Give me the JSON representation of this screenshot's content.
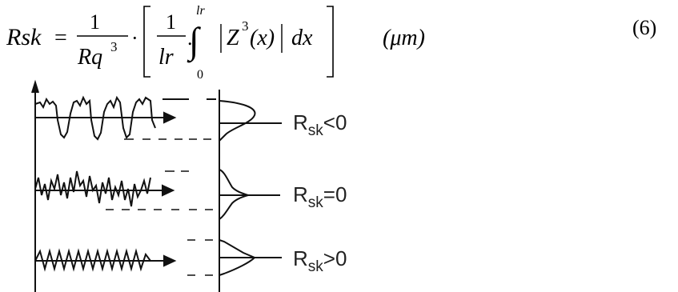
{
  "equation": {
    "lhs": "Rsk",
    "equals": "=",
    "frac1_num": "1",
    "frac1_den_base": "Rq",
    "frac1_den_exp": "3",
    "dot": "·",
    "frac2_num": "1",
    "frac2_den": "lr",
    "dot2": ".",
    "int_upper": "lr",
    "int_lower": "0",
    "integrand_Z": "Z",
    "integrand_exp": "3",
    "integrand_arg": "(x)",
    "dx": "dx",
    "unit": "(μm)",
    "number": "(6)"
  },
  "figure": {
    "rows": [
      {
        "symbol": "R",
        "subscript": "sk",
        "relation": "<0"
      },
      {
        "symbol": "R",
        "subscript": "sk",
        "relation": "=0"
      },
      {
        "symbol": "R",
        "subscript": "sk",
        "relation": ">0"
      }
    ]
  }
}
